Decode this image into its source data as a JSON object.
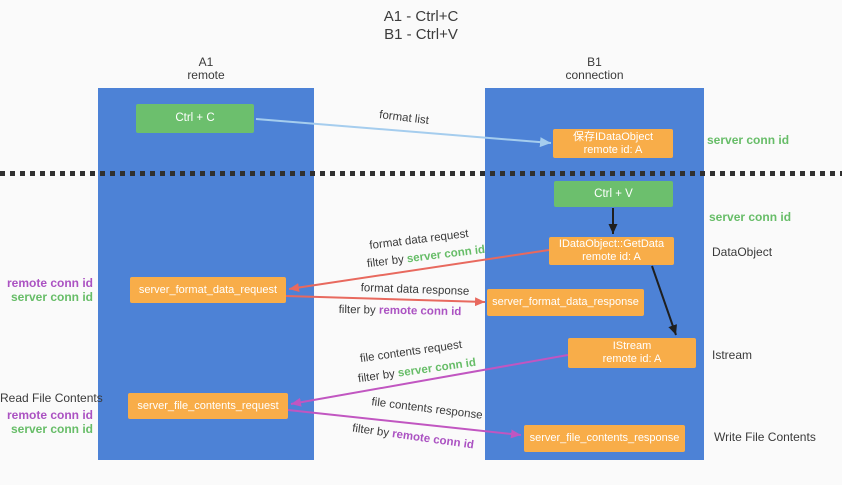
{
  "title": {
    "line1": "A1 - Ctrl+C",
    "line2": "B1 - Ctrl+V"
  },
  "columns": {
    "left": {
      "header_line1": "A1",
      "header_line2": "remote"
    },
    "right": {
      "header_line1": "B1",
      "header_line2": "connection"
    }
  },
  "boxes": {
    "ctrl_c": "Ctrl + C",
    "ctrl_v": "Ctrl + V",
    "save_idataobject": {
      "line1": "保存IDataObject",
      "line2": "remote id: A"
    },
    "getdata": {
      "line1": "IDataObject::GetData",
      "line2": "remote id: A"
    },
    "istream": {
      "line1": "IStream",
      "line2": "remote id: A"
    },
    "format_request": "server_format_data_request",
    "format_response": "server_format_data_response",
    "file_request": "server_file_contents_request",
    "file_response": "server_file_contents_response"
  },
  "labels": {
    "format_list": "format list",
    "format_data_request": "format data request",
    "format_data_response": "format data response",
    "file_contents_request": "file contents request",
    "file_contents_response": "file contents response",
    "filter_by": "filter by",
    "server_conn_id": "server conn id",
    "remote_conn_id": "remote conn id",
    "dataobject": "DataObject",
    "istream": "Istream",
    "read_file_contents": "Read File Contents",
    "write_file_contents": "Write File Contents"
  },
  "colors": {
    "column_blue": "#4d82d6",
    "box_green": "#6cbf6d",
    "box_orange": "#f8ad49",
    "arrow_light_blue": "#a5cdee",
    "arrow_red": "#e8695e",
    "arrow_magenta": "#c156c1",
    "arrow_black": "#1f1f1f",
    "text_green": "#67bd68",
    "text_purple": "#ab52c2",
    "text_dark": "#3a3a3a"
  }
}
